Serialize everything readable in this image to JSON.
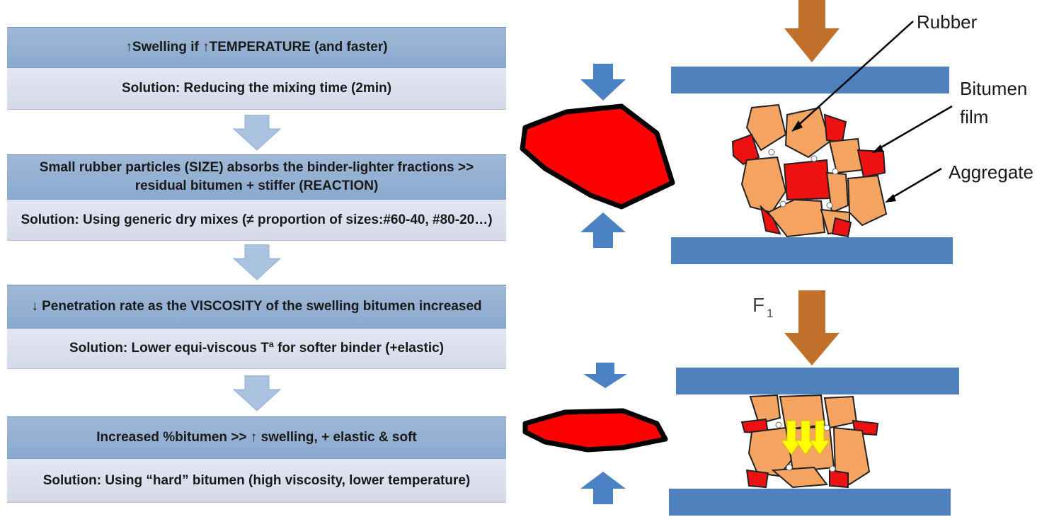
{
  "flowchart": {
    "steps": [
      {
        "issue": "↑Swelling if ↑TEMPERATURE (and faster)",
        "solution": "Solution: Reducing the mixing time (2min)"
      },
      {
        "issue": "Small rubber particles (SIZE) absorbs the binder-lighter fractions >> residual bitumen + stiffer (REACTION)",
        "solution": "Solution: Using generic dry mixes (≠ proportion of sizes:#60-40, #80-20…)"
      },
      {
        "issue": "↓ Penetration rate as the VISCOSITY of the swelling  bitumen increased",
        "solution": "Solution: Lower equi-viscous Tª for softer binder (+elastic)"
      },
      {
        "issue": "Increased %bitumen >> ↑ swelling, + elastic & soft",
        "solution": "Solution: Using “hard” bitumen (high viscosity, lower temperature)"
      }
    ]
  },
  "diagram": {
    "labels": {
      "rubber": "Rubber",
      "bitumen_line1": "Bitumen",
      "bitumen_line2": "film",
      "aggregate": "Aggregate",
      "force": "F",
      "force_sub": "1"
    },
    "colors": {
      "plate": "#4f81bd",
      "force_arrow": "#c0702a",
      "rubber_red": "#ee1111",
      "aggregate_orange": "#f4a460",
      "arrow_blue": "#4a82c4",
      "yellow_arrows": "#ffff00"
    }
  }
}
